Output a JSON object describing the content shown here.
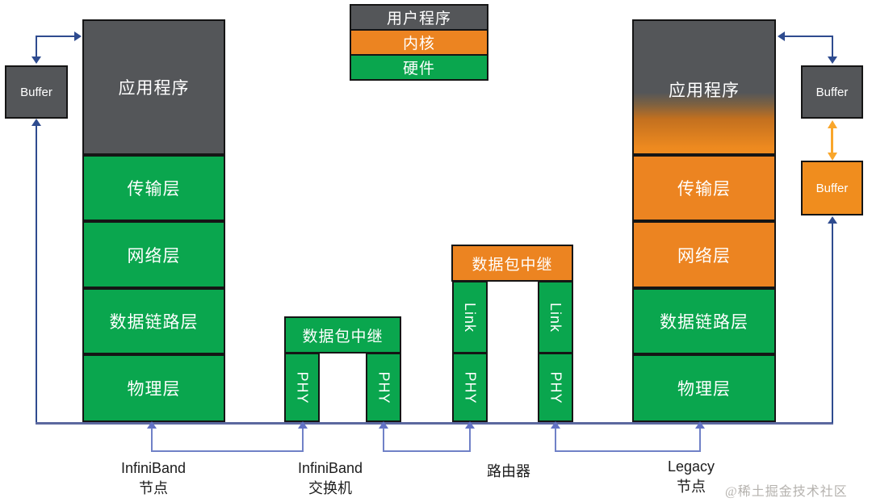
{
  "colors": {
    "dark_gray": "#545659",
    "green": "#0aa64e",
    "orange": "#ec8421",
    "buffer_orange": "#f08d1e",
    "navy_arrow": "#2e4b8f",
    "bus_line": "#5b689f",
    "connector_blue": "#7081c7",
    "amber_arrow": "#f9a62b",
    "watermark_gray": "#b5b2ae"
  },
  "legend": {
    "items": [
      {
        "label": "用户程序",
        "color": "#545659"
      },
      {
        "label": "内核",
        "color": "#ec8421"
      },
      {
        "label": "硬件",
        "color": "#0aa64e"
      }
    ]
  },
  "left_node": {
    "buffer_label": "Buffer",
    "layers": [
      "应用程序",
      "传输层",
      "网络层",
      "数据链路层",
      "物理层"
    ],
    "caption": [
      "InfiniBand",
      "节点"
    ]
  },
  "switch": {
    "relay_label": "数据包中继",
    "phy_labels": [
      "PHY",
      "PHY"
    ],
    "caption": [
      "InfiniBand",
      "交换机"
    ]
  },
  "router": {
    "relay_label": "数据包中继",
    "link_labels": [
      "Link",
      "Link"
    ],
    "phy_labels": [
      "PHY",
      "PHY"
    ],
    "caption": [
      "路由器"
    ]
  },
  "right_node": {
    "buffer_top_label": "Buffer",
    "buffer_bottom_label": "Buffer",
    "layers": [
      "应用程序",
      "传输层",
      "网络层",
      "数据链路层",
      "物理层"
    ],
    "caption": [
      "Legacy",
      "节点"
    ]
  },
  "watermark": "@稀土掘金技术社区"
}
